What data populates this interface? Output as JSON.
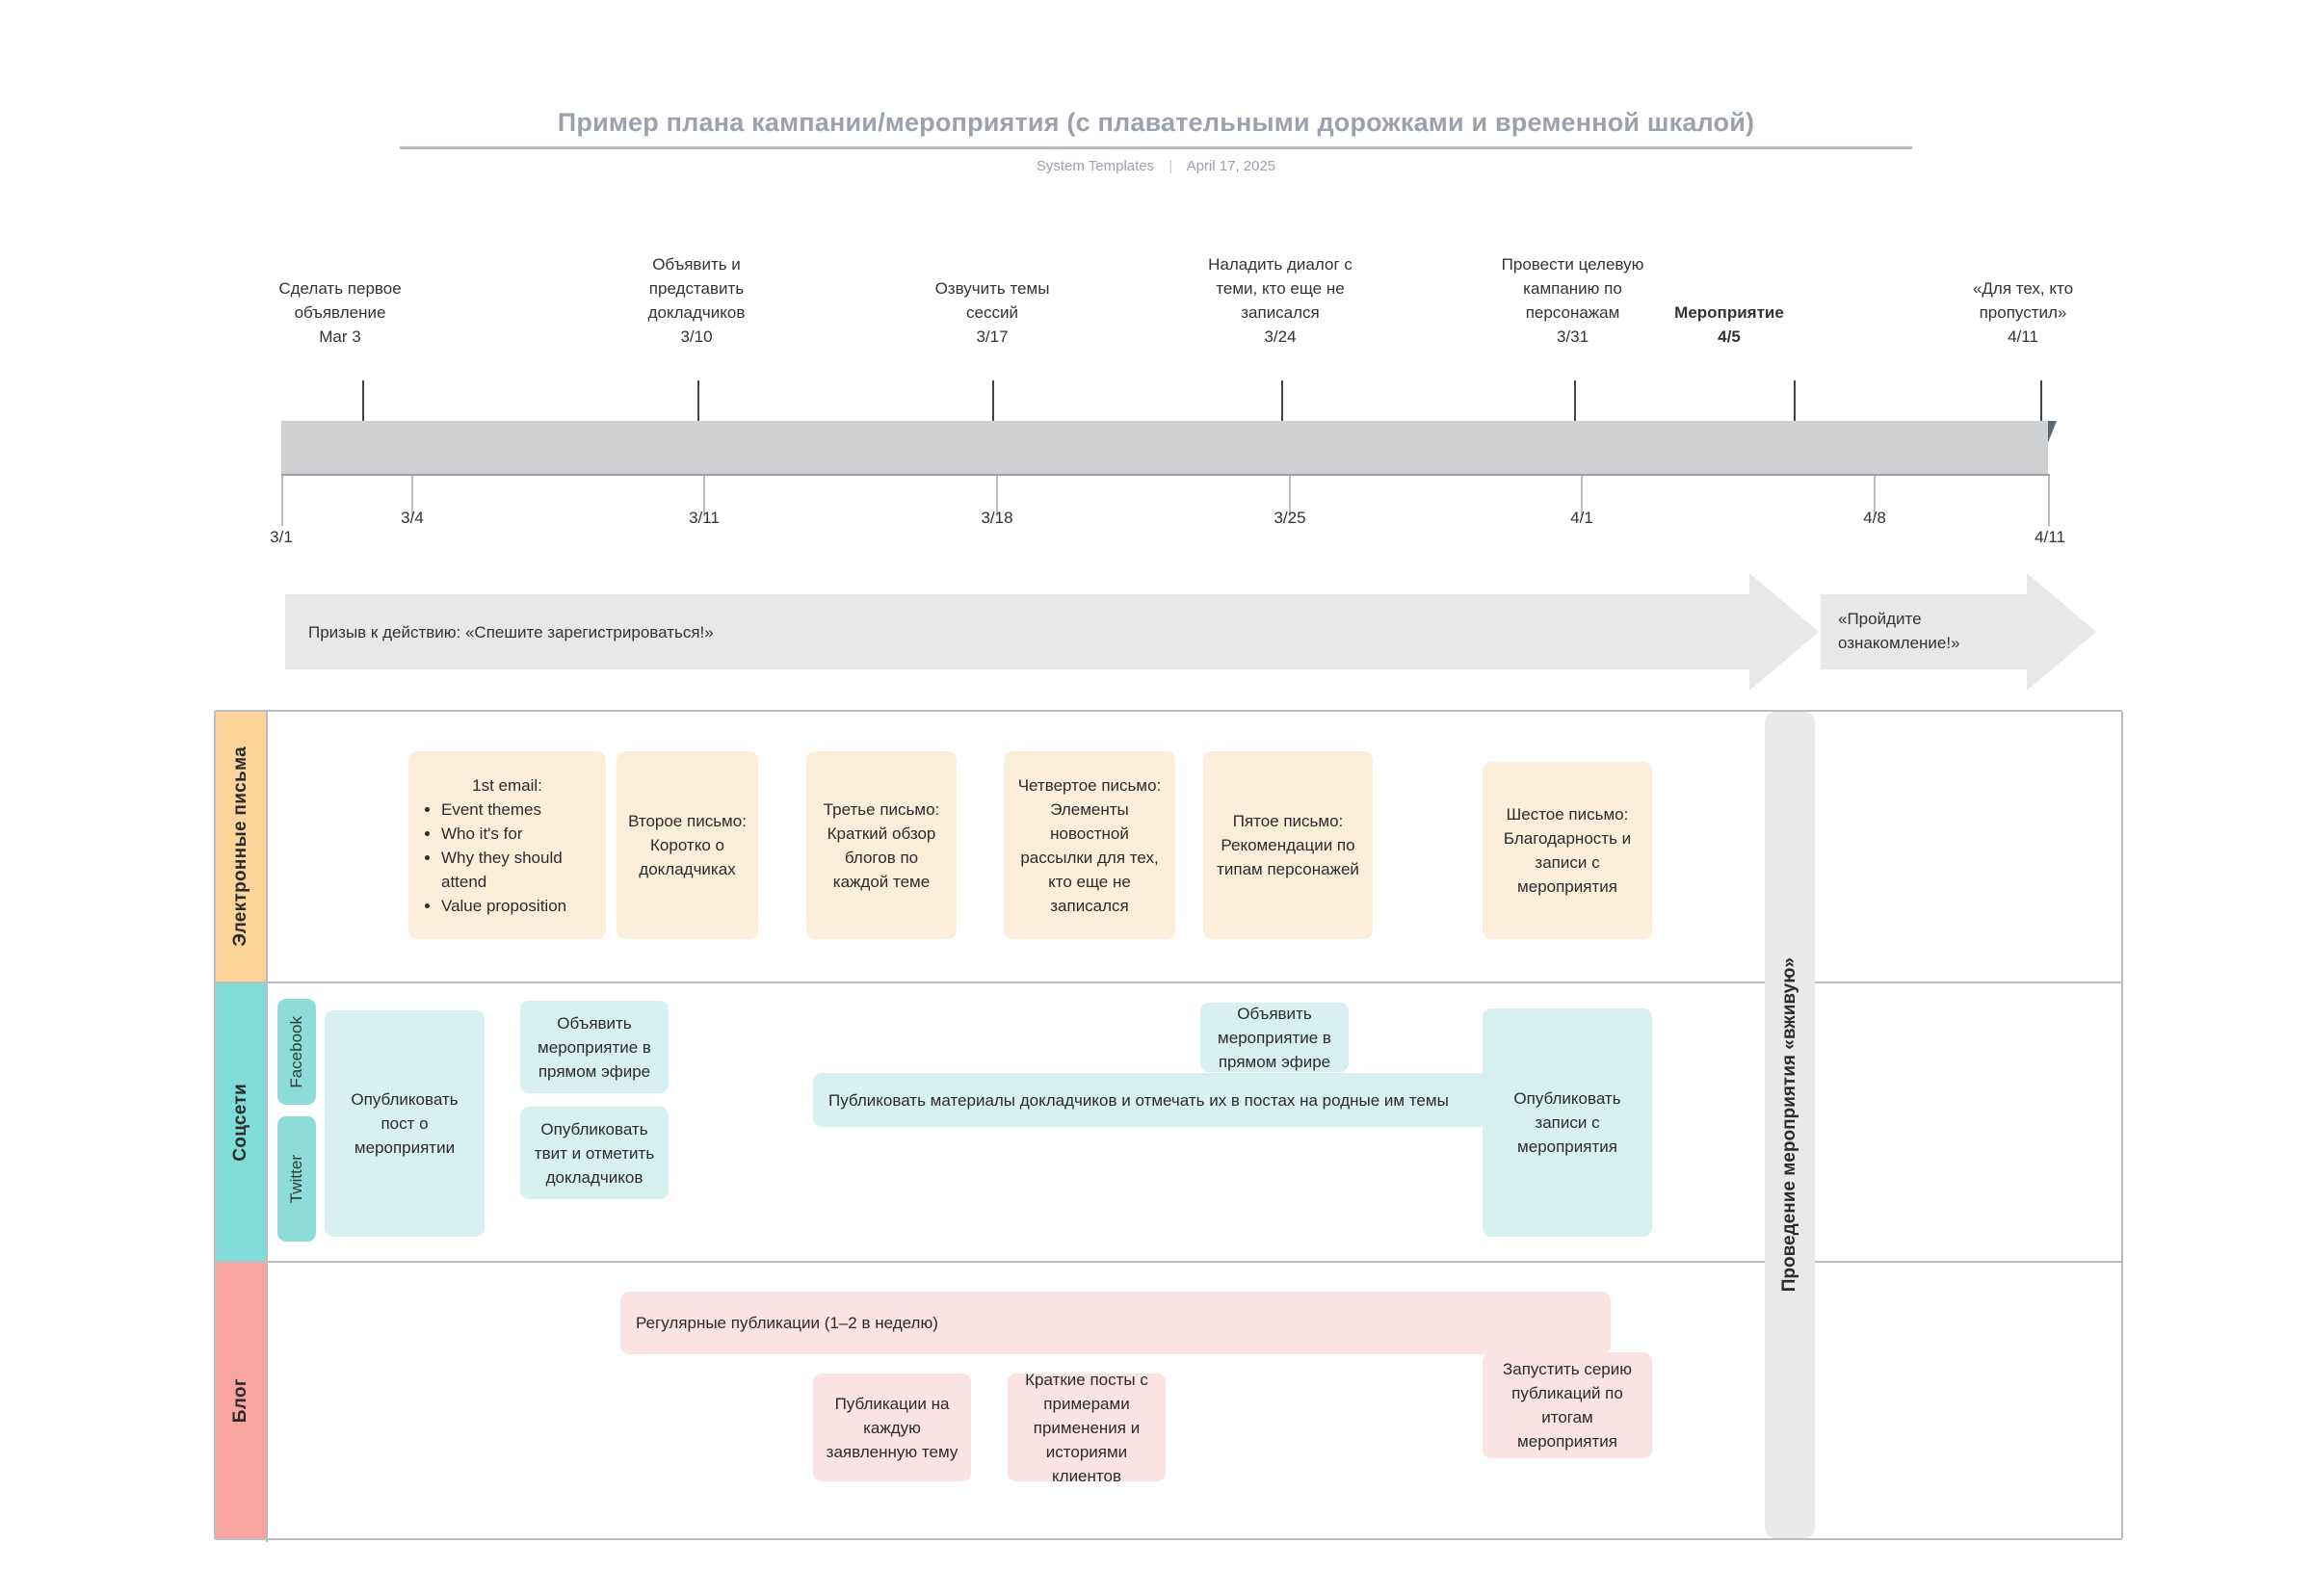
{
  "header": {
    "title": "Пример плана кампании/мероприятия (с плавательными дорожками и временной шкалой)",
    "source": "System Templates",
    "separator": "|",
    "date": "April 17, 2025"
  },
  "milestones": [
    {
      "label": "Сделать первое\nобъявление",
      "date": "Mar 3",
      "bold": false
    },
    {
      "label": "Объявить и\nпредставить\nдокладчиков",
      "date": "3/10",
      "bold": false
    },
    {
      "label": "Озвучить темы\nсессий",
      "date": "3/17",
      "bold": false
    },
    {
      "label": "Наладить диалог с\nтеми, кто еще не\nзаписался",
      "date": "3/24",
      "bold": false
    },
    {
      "label": "Провести целевую\nкампанию по\nперсонажам",
      "date": "3/31",
      "bold": false
    },
    {
      "label": "Мероприятие",
      "date": "4/5",
      "bold": true
    },
    {
      "label": "«Для тех, кто\nпропустил»",
      "date": "4/11",
      "bold": false
    }
  ],
  "timeline": {
    "start_label": "3/1",
    "end_label": "4/11",
    "ticks": [
      "3/4",
      "3/11",
      "3/18",
      "3/25",
      "4/1",
      "4/8"
    ]
  },
  "cta": {
    "primary": "Призыв к действию: «Спешите зарегистрироваться!»",
    "secondary_line1": "«Пройдите",
    "secondary_line2": "ознакомление!»"
  },
  "event_band": {
    "label": "Проведение мероприятия «вживую»"
  },
  "lanes": [
    {
      "name": "Электронные письма",
      "color": "#FBD49C",
      "cards": [
        {
          "title": "1st email:",
          "bullets": [
            "Event themes",
            "Who it's for",
            "Why they should attend",
            "Value proposition"
          ]
        },
        {
          "text": "Второе письмо: Коротко о докладчиках"
        },
        {
          "text": "Третье письмо: Краткий обзор блогов по каждой теме"
        },
        {
          "text": "Четвертое письмо: Элементы новостной рассылки для тех, кто еще не записался"
        },
        {
          "text": "Пятое письмо: Рекомендации по типам персонажей"
        },
        {
          "text": "Шестое письмо: Благодарность и записи с мероприятия"
        }
      ]
    },
    {
      "name": "Соцсети",
      "color": "#7FDCD8",
      "chips": [
        "Facebook",
        "Twitter"
      ],
      "cards": [
        {
          "text": "Опубликовать пост о мероприятии"
        },
        {
          "text": "Объявить мероприятие в прямом эфире"
        },
        {
          "text": "Опубликовать твит и отметить докладчиков"
        },
        {
          "text": "Публиковать материалы докладчиков и отмечать их в постах на родные им темы"
        },
        {
          "text": "Объявить мероприятие в прямом эфире"
        },
        {
          "text": "Опубликовать записи с мероприятия"
        }
      ]
    },
    {
      "name": "Блог",
      "color": "#F8A5A2",
      "cards": [
        {
          "text": "Регулярные публикации (1–2 в неделю)"
        },
        {
          "text": "Публикации на каждую заявленную тему"
        },
        {
          "text": "Краткие посты с примерами применения и историями клиентов"
        },
        {
          "text": "Запустить серию публикаций по итогам мероприятия"
        }
      ]
    }
  ]
}
